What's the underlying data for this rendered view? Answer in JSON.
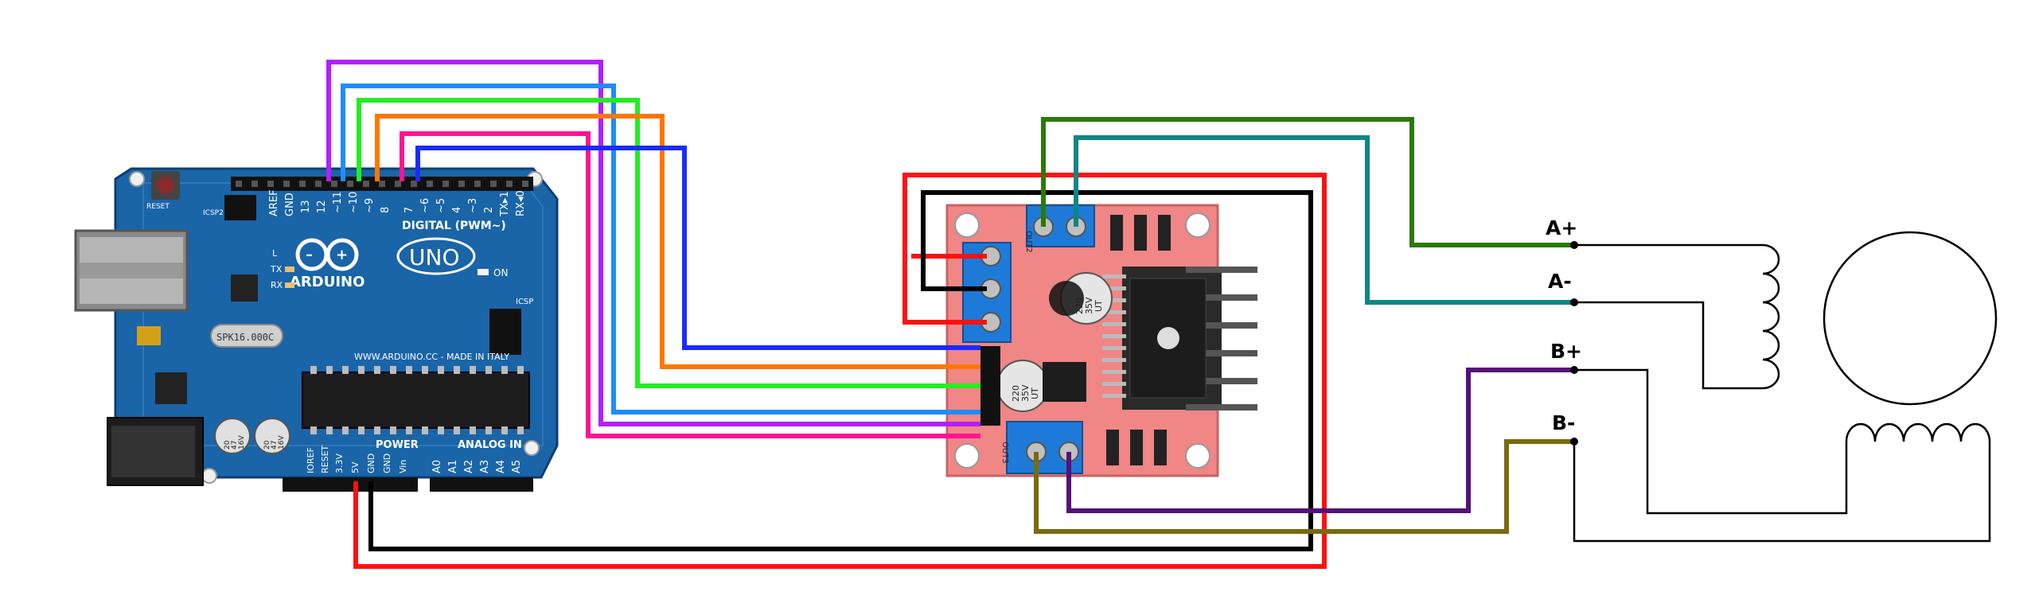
{
  "arduino": {
    "brand": "ARDUINO",
    "model": "UNO",
    "digital_label": "DIGITAL (PWM~)",
    "power_label": "POWER",
    "analog_label": "ANALOG IN",
    "website": "WWW.ARDUINO.CC - MADE IN ITALY",
    "reset_label": "RESET",
    "icsp_label": "ICSP",
    "icsp2_label": "ICSP2",
    "on_label": "ON",
    "tx_label": "TX",
    "rx_label": "RX",
    "l_label": "L",
    "aref_label": "AREF",
    "gnd_label": "GND",
    "digital_pins": [
      "13",
      "12",
      "~11",
      "~10",
      "~9",
      "8",
      "7",
      "~6",
      "~5",
      "4",
      "~3",
      "2",
      "TX▸1",
      "RX◂0"
    ],
    "power_pins": [
      "IOREF",
      "RESET",
      "3.3V",
      "5V",
      "GND",
      "GND",
      "Vin"
    ],
    "analog_pins": [
      "A0",
      "A1",
      "A2",
      "A3",
      "A4",
      "A5"
    ],
    "crystal_label": "SPK16.000C",
    "cap1_lines": [
      "20",
      "47",
      "16V"
    ],
    "cap2_lines": [
      "20",
      "47",
      "16V"
    ]
  },
  "driver": {
    "out2_label": "OUT2",
    "out3_label": "OUT3",
    "cap1_lines": [
      "220",
      "35V",
      "UT"
    ],
    "cap2_lines": [
      "220",
      "35V",
      "UT"
    ]
  },
  "motor": {
    "terminals": [
      "A+",
      "A-",
      "B+",
      "B-"
    ]
  },
  "colors": {
    "purple": "#b31fff",
    "sky_blue": "#1e8cff",
    "green": "#22ee22",
    "orange": "#ff7700",
    "pink": "#ff1493",
    "blue": "#1a2bff",
    "red": "#ff1111",
    "black": "#000000",
    "dark_green": "#2a7a0a",
    "teal": "#108585",
    "dark_purple": "#55107a",
    "olive": "#7a6a10"
  }
}
